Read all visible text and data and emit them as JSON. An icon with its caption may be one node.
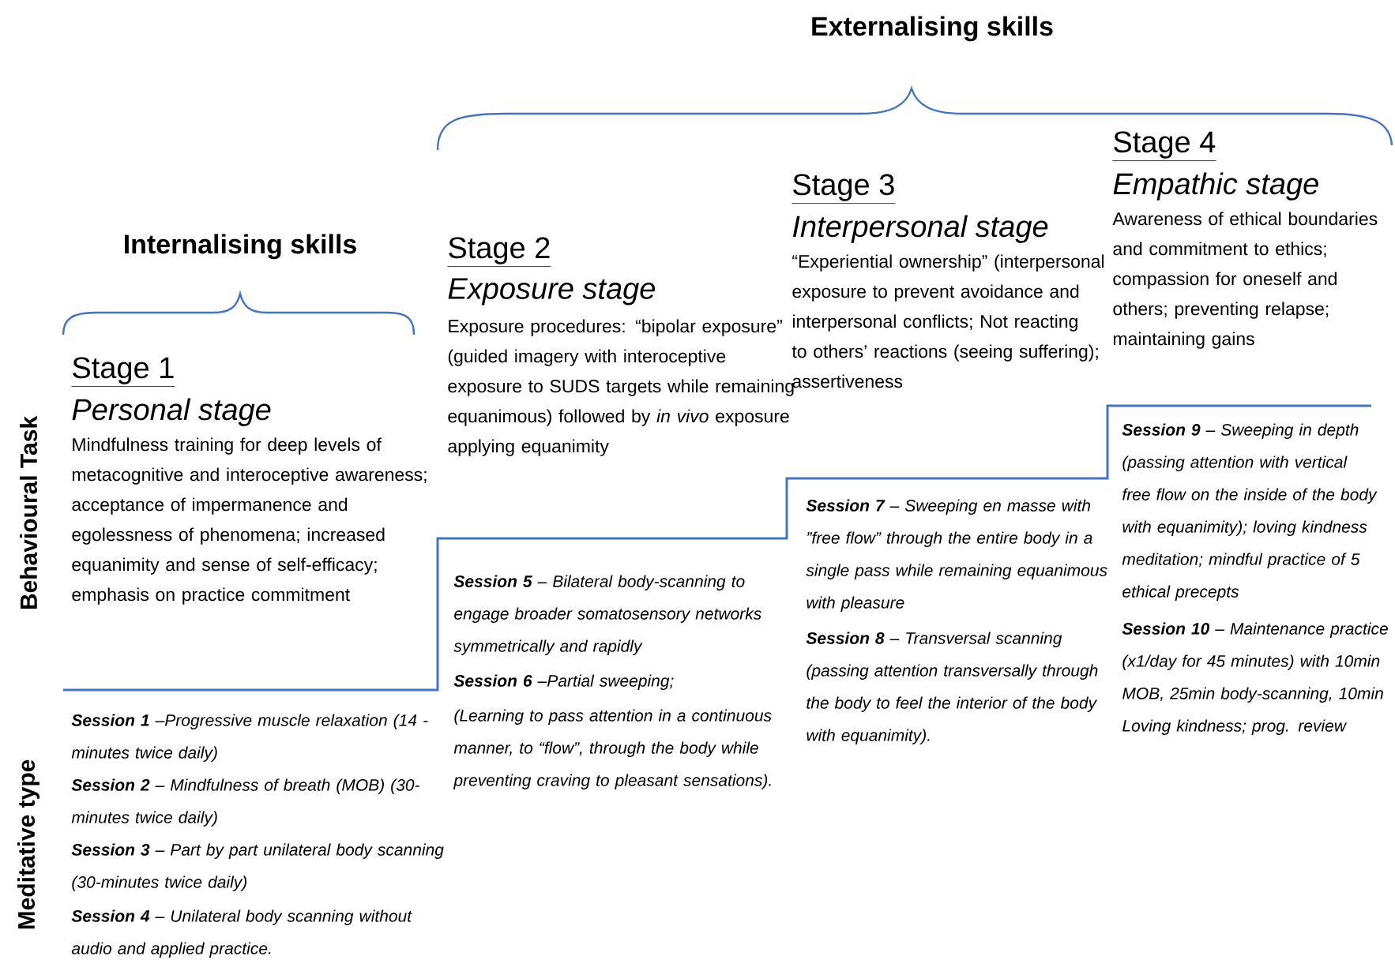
{
  "diagram": {
    "labels": [
      "Externalising skills",
      "Internalising skills",
      "Stage 1",
      "Personal stage",
      "Mindfulness training for deep levels of metacognitive and interoceptive awareness; acceptance of impermanence and egolessness of phenomena; increased equanimity and sense of self-efficacy; emphasis on practice commitment",
      "Stage 2",
      "Exposure stage",
      "Exposure procedures: “bipolar exposure” (guided imagery with interoceptive exposure to SUDS targets while remaining equanimous) followed by *in vivo* exposure applying equanimity",
      "Stage 3",
      "Interpersonal stage",
      "“Experiential ownership” (interpersonal exposure to prevent avoidance and interpersonal conflicts; Not reacting to others’ reactions (seeing suffering); assertiveness",
      "Stage 4",
      "Empathic stage",
      "Awareness of ethical boundaries and commitment to ethics; compassion for oneself and others; preventing relapse; maintaining gains",
      "Behavioural Task",
      "Meditative type",
      "**Session 1** –Progressive muscle relaxation (14 -minutes twice daily)",
      "**Session 2** – Mindfulness of breath (MOB) (30-minutes twice daily)",
      "**Session 3** – Part by part unilateral body scanning (30-minutes twice daily)",
      "**Session 4** – Unilateral body scanning without audio and applied practice.",
      "**Session 5** – Bilateral body-scanning to engage broader somatosensory networks symmetrically and rapidly",
      "**Session 6** –Partial sweeping;",
      "(Learning to pass attention in a continuous manner, to “flow”, through the body while preventing craving to pleasant sensations).",
      "**Session 7** – Sweeping en masse with ”free flow” through the entire body in a single pass while remaining equanimous with pleasure",
      "**Session 8** – Transversal scanning (passing attention transversally through the body to feel the interior of the body with equanimity).",
      "**Session 9** – Sweeping in depth (passing attention with vertical free flow on the inside of the body with equanimity); loving kindness meditation; mindful practice of 5 ethical precepts",
      "**Session 10** – Maintenance practice (x1/day for 45 minutes) with 10min MOB, 25min body-scanning, 10min Loving kindness; prog. review"
    ]
  }
}
